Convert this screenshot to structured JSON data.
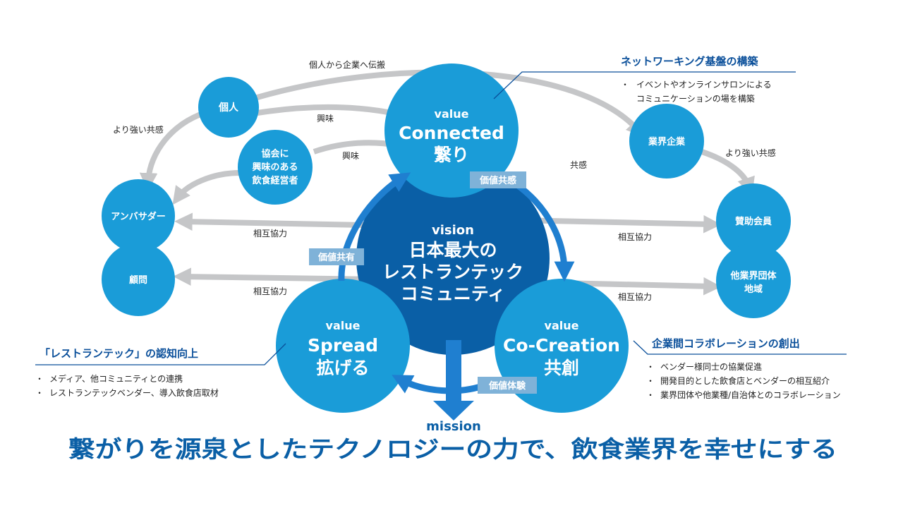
{
  "colors": {
    "light_blue": "#1a9cd8",
    "dark_blue": "#0a5fa6",
    "gray_arrow": "#c5c6c8",
    "badge": "#7fb2d8"
  },
  "center": {
    "tag": "vision",
    "lines": [
      "日本最大の",
      "レストランテック",
      "コミュニティ"
    ]
  },
  "values": {
    "connected": {
      "tag": "value",
      "line1": "Connected",
      "line2": "繋り"
    },
    "spread": {
      "tag": "value",
      "line1": "Spread",
      "line2": "拡げる"
    },
    "cocreation": {
      "tag": "value",
      "line1": "Co-Creation",
      "line2": "共創"
    }
  },
  "nodes": {
    "kojin": "個人",
    "kyokai": [
      "協会に",
      "興味のある",
      "飲食経営者"
    ],
    "ambassador": "アンバサダー",
    "komon": "顧問",
    "gyokai_kigyo": "業界企業",
    "sanjo": "賛助会員",
    "tagyokai": [
      "他業界団体",
      "地域"
    ]
  },
  "edge_labels": {
    "kojin_to_kigyo": "個人から企業へ伝搬",
    "kyomi1": "興味",
    "kyomi2": "興味",
    "tsuyoi_left": "より強い共感",
    "tsuyoi_right": "より強い共感",
    "kyokan": "共感",
    "sogo1": "相互協力",
    "sogo2": "相互協力",
    "sogo3": "相互協力",
    "sogo4": "相互協力"
  },
  "badges": {
    "kyokan": "価値共感",
    "kyoyu": "価値共有",
    "taiken": "価値体験"
  },
  "network": {
    "heading": "ネットワーキング基盤の構築",
    "bullets": [
      "イベントやオンラインサロンによる",
      "コミュニケーションの場を構築"
    ]
  },
  "recognition": {
    "heading": "「レストランテック」の認知向上",
    "bullets": [
      "メディア、他コミュニティとの連携",
      "レストランテックベンダー、導入飲食店取材"
    ]
  },
  "collab": {
    "heading": "企業間コラボレーションの創出",
    "bullets": [
      "ベンダー様同士の協業促進",
      "開発目的とした飲食店とベンダーの相互紹介",
      "業界団体や他業種/自治体とのコラボレーション"
    ]
  },
  "mission": {
    "tag": "mission",
    "statement": "繋がりを源泉としたテクノロジーの力で、飲食業界を幸せにする"
  }
}
